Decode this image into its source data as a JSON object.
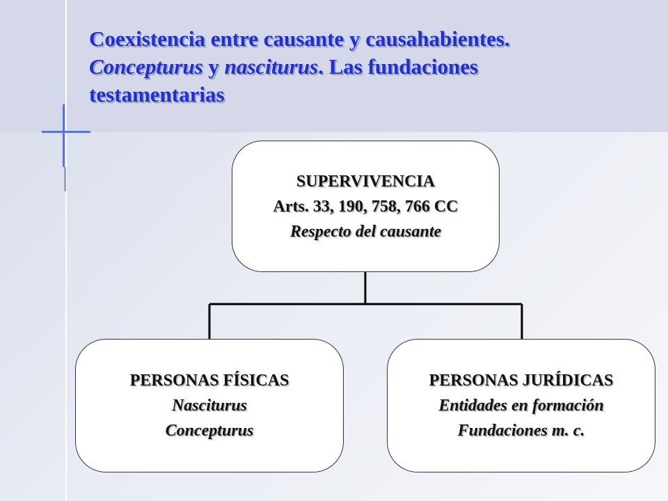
{
  "title": {
    "line1": "Coexistencia entre causante y causahabientes.",
    "line2_italic_a": "Concepturus",
    "line2_plain_a": " y ",
    "line2_italic_b": "nasciturus",
    "line2_plain_b": ". Las fundaciones",
    "line3": "testamentarias"
  },
  "diagram": {
    "root": {
      "heading": "SUPERVIVENCIA",
      "articles": "Arts. 33, 190, 758, 766 CC",
      "note": "Respecto del causante"
    },
    "children": [
      {
        "heading": "PERSONAS FÍSICAS",
        "line1": "Nasciturus",
        "line2": "Concepturus"
      },
      {
        "heading": "PERSONAS JURÍDICAS",
        "line1": "Entidades en formación",
        "line2": "Fundaciones m. c."
      }
    ]
  },
  "colors": {
    "title_text": "#1f2ed6",
    "header_band": "#d4d8e8",
    "node_fill": "#ffffff",
    "connector": "#000000"
  }
}
